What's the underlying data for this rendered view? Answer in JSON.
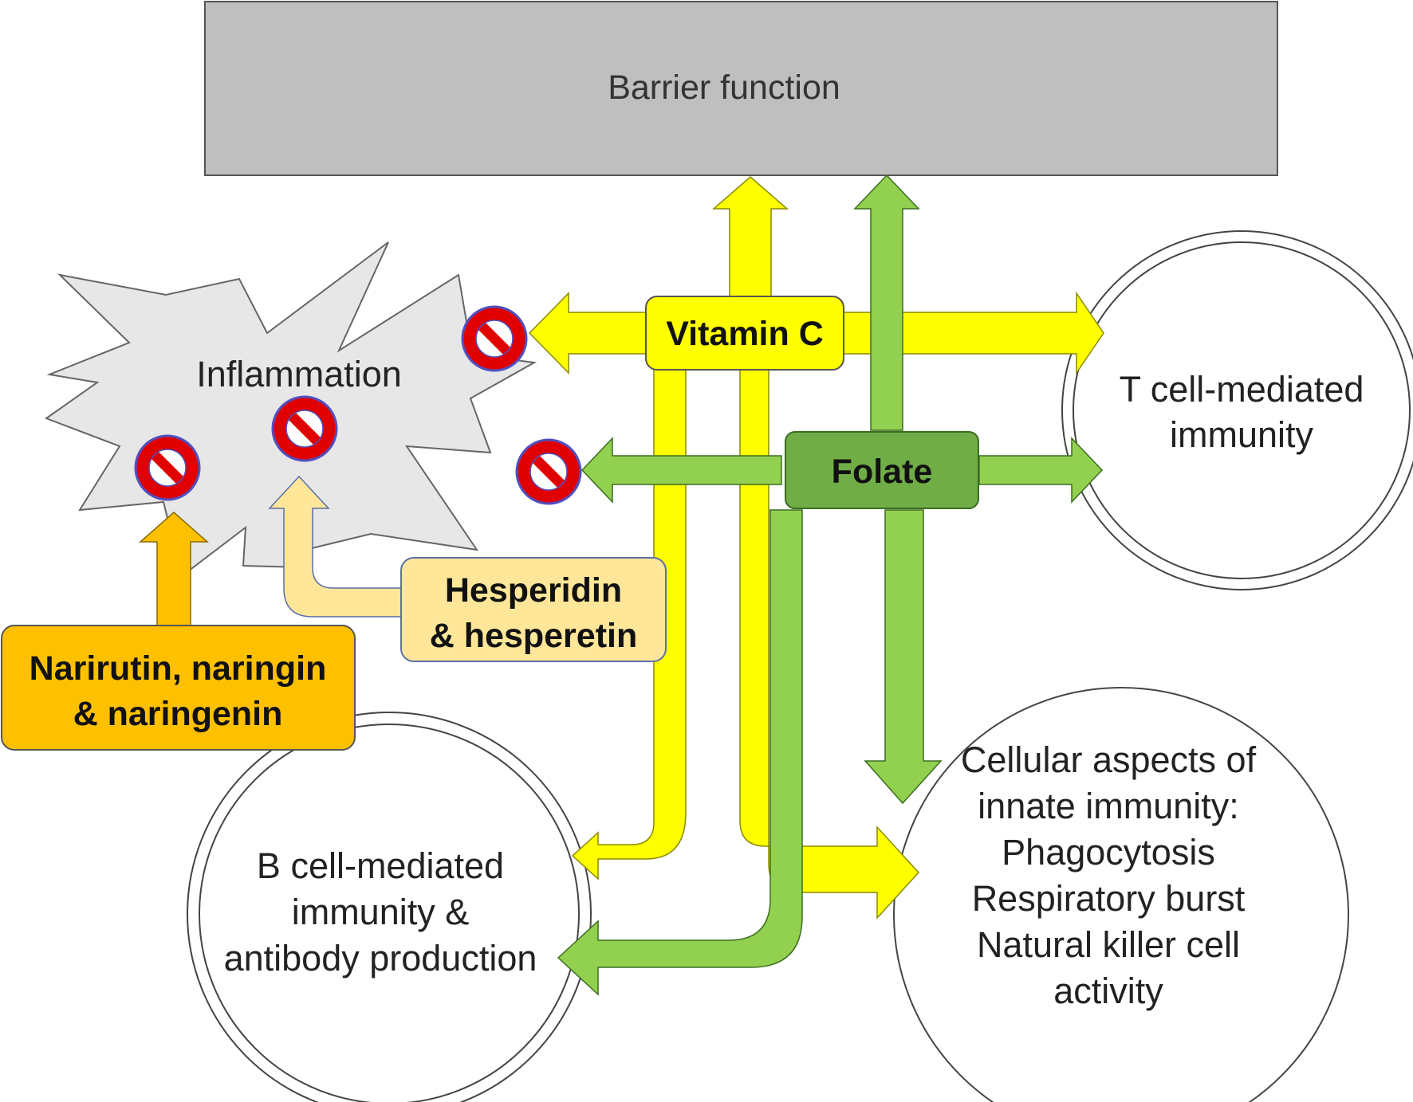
{
  "barrier": {
    "label": "Barrier function"
  },
  "inflammation": {
    "label": "Inflammation"
  },
  "vitamin_c": {
    "label": "Vitamin C"
  },
  "folate": {
    "label": "Folate"
  },
  "t_cell": {
    "line1": "T cell-mediated",
    "line2": "immunity"
  },
  "b_cell": {
    "line1": "B cell-mediated",
    "line2": "immunity &",
    "line3": "antibody production"
  },
  "innate": {
    "line1": "Cellular aspects of",
    "line2": "innate immunity:",
    "line3": "Phagocytosis",
    "line4": "Respiratory burst",
    "line5": "Natural killer cell",
    "line6": "activity"
  },
  "hesperidin": {
    "line1": "Hesperidin",
    "line2": "& hesperetin"
  },
  "narirutin": {
    "line1": "Narirutin, naringin",
    "line2": "& naringenin"
  },
  "colors": {
    "vitamin_c_yellow": "#ffff00",
    "folate_green": "#92d050",
    "inhibit_red": "#e00000",
    "inhibit_border": "#5050c0",
    "narirutin_orange": "#ffc000",
    "hesperidin_cream": "#ffe699",
    "barrier_grey": "#bfbfbf",
    "inflammation_grey": "#e7e7e7"
  },
  "icons": {
    "inhibition": "prohibition-sign-icon"
  }
}
